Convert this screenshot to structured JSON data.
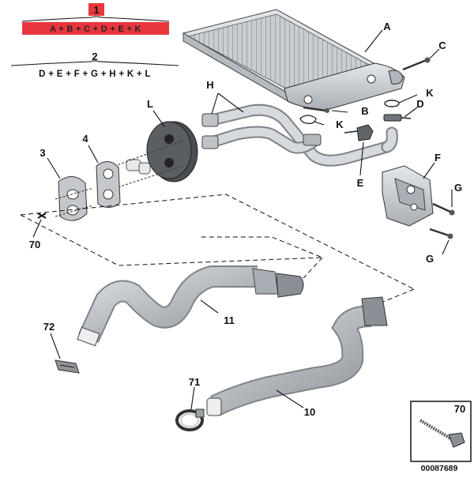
{
  "groups": {
    "group1": {
      "number": "1",
      "contents": "A + B + C + D + E + K",
      "highlight_color": "#e8363d"
    },
    "group2": {
      "number": "2",
      "contents": "D + E + F + G + H + K + L"
    }
  },
  "callouts": {
    "A": "A",
    "B": "B",
    "C": "C",
    "D": "D",
    "E": "E",
    "F": "F",
    "G_upper": "G",
    "G_lower": "G",
    "H": "H",
    "K_upper": "K",
    "K_lower": "K",
    "L": "L",
    "n3": "3",
    "n4": "4",
    "n10": "10",
    "n11": "11",
    "n70": "70",
    "n71": "71",
    "n72": "72"
  },
  "inset": {
    "number": "70"
  },
  "reference_code": "00087689",
  "colors": {
    "part_fill": "#cfd3d8",
    "part_dark": "#9aa0a7",
    "gasket": "#4a4d52",
    "line": "#111111"
  }
}
